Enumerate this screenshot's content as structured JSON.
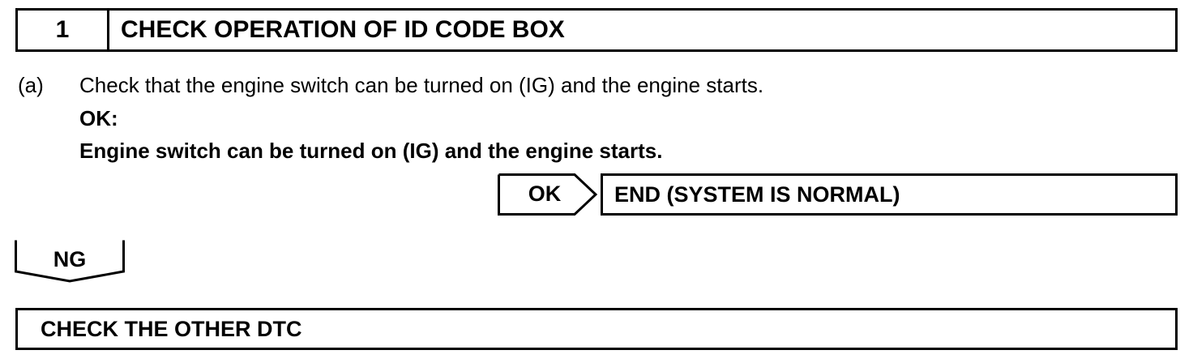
{
  "header": {
    "step_number": "1",
    "title": "CHECK OPERATION OF ID CODE BOX"
  },
  "step": {
    "label": "(a)",
    "instruction": "Check that the engine switch can be turned on (IG) and the engine starts.",
    "ok_heading": "OK:",
    "ok_condition": "Engine switch can be turned on (IG) and the engine starts."
  },
  "ok_branch": {
    "label": "OK",
    "result": "END (SYSTEM IS NORMAL)"
  },
  "ng_branch": {
    "label": "NG"
  },
  "next_step": {
    "title": "CHECK THE OTHER DTC"
  }
}
